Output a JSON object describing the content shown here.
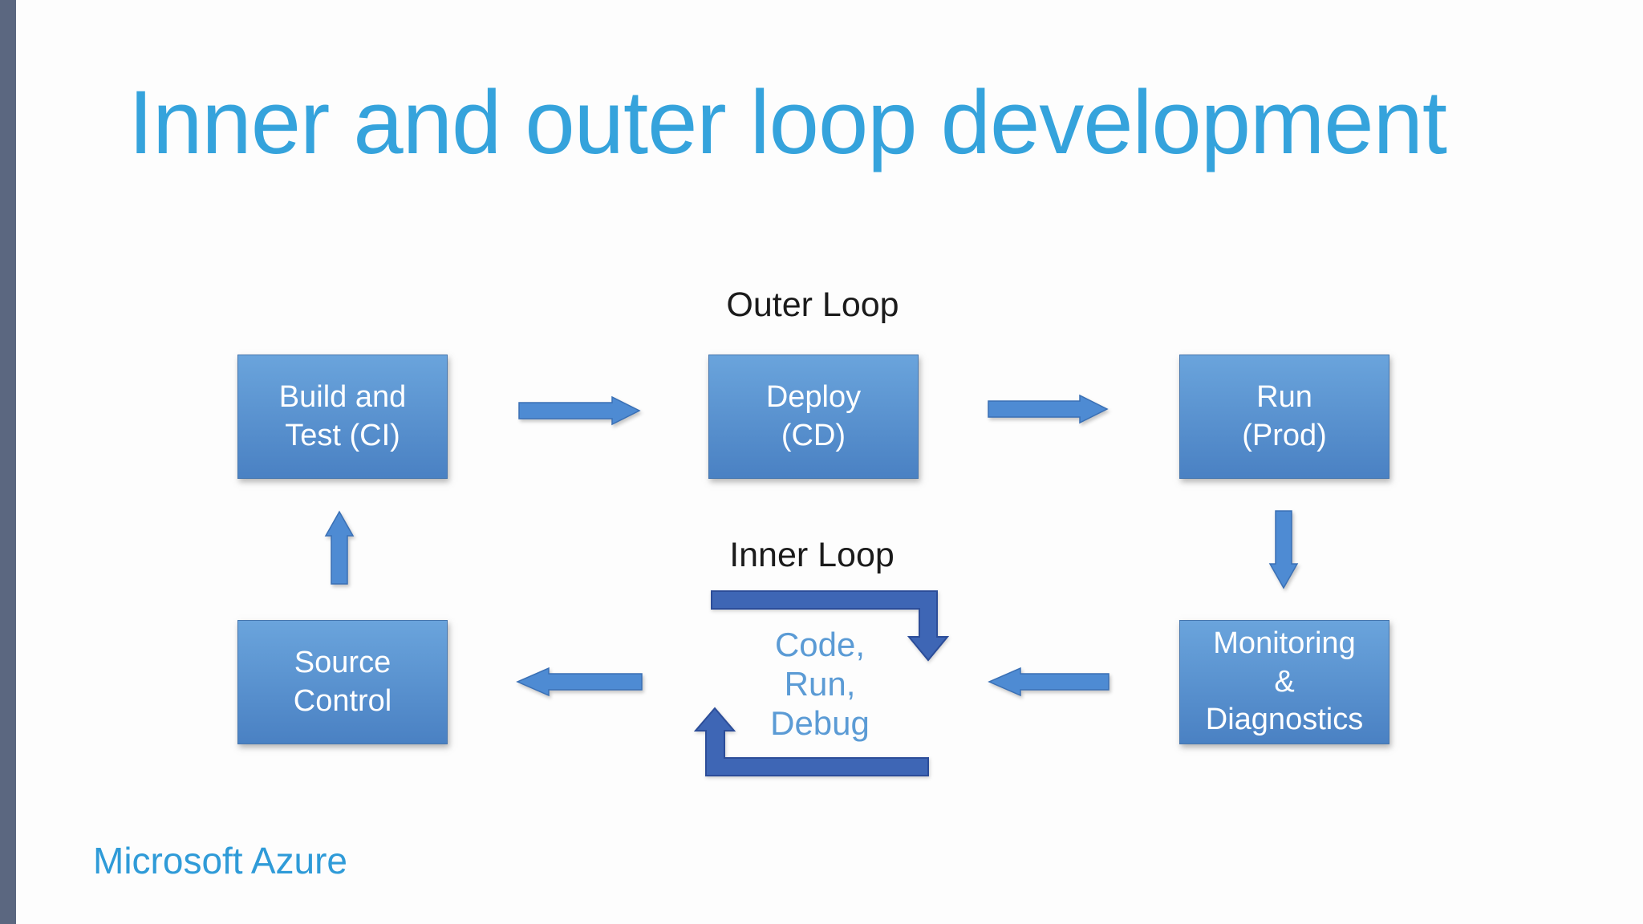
{
  "slide": {
    "title": "Inner and outer loop development",
    "footer_brand": "Microsoft Azure"
  },
  "diagram": {
    "outer_loop_label": "Outer Loop",
    "inner_loop_label": "Inner Loop",
    "inner_loop_steps": "Code,\nRun,\nDebug",
    "boxes": {
      "build_test": "Build and\nTest (CI)",
      "deploy": "Deploy\n(CD)",
      "run_prod": "Run\n(Prod)",
      "source_control": "Source\nControl",
      "monitoring": "Monitoring\n&\nDiagnostics"
    },
    "arrows": [
      {
        "name": "source-control-to-build",
        "direction": "up",
        "style": "light"
      },
      {
        "name": "build-to-deploy",
        "direction": "right",
        "style": "light"
      },
      {
        "name": "deploy-to-run",
        "direction": "right",
        "style": "light"
      },
      {
        "name": "run-to-monitoring",
        "direction": "down",
        "style": "light"
      },
      {
        "name": "monitoring-to-inner-loop",
        "direction": "left",
        "style": "light"
      },
      {
        "name": "inner-loop-to-source-control",
        "direction": "left",
        "style": "light"
      },
      {
        "name": "inner-loop-top-bend",
        "direction": "right-then-down",
        "style": "dark"
      },
      {
        "name": "inner-loop-bottom-bend",
        "direction": "left-then-up",
        "style": "dark"
      }
    ]
  },
  "colors": {
    "title_text": "#35a3dc",
    "footer_text": "#2f9bd8",
    "box_gradient_top": "#6aa4dc",
    "box_gradient_bottom": "#4a81c3",
    "box_text": "#ffffff",
    "light_arrow": "#4e8bd3",
    "dark_arrow": "#3e66b5",
    "loop_label_text": "#1b1b1b",
    "inner_steps_text": "#5b9bd5",
    "left_strip": "#5b6780",
    "background": "#fdfdfd"
  }
}
